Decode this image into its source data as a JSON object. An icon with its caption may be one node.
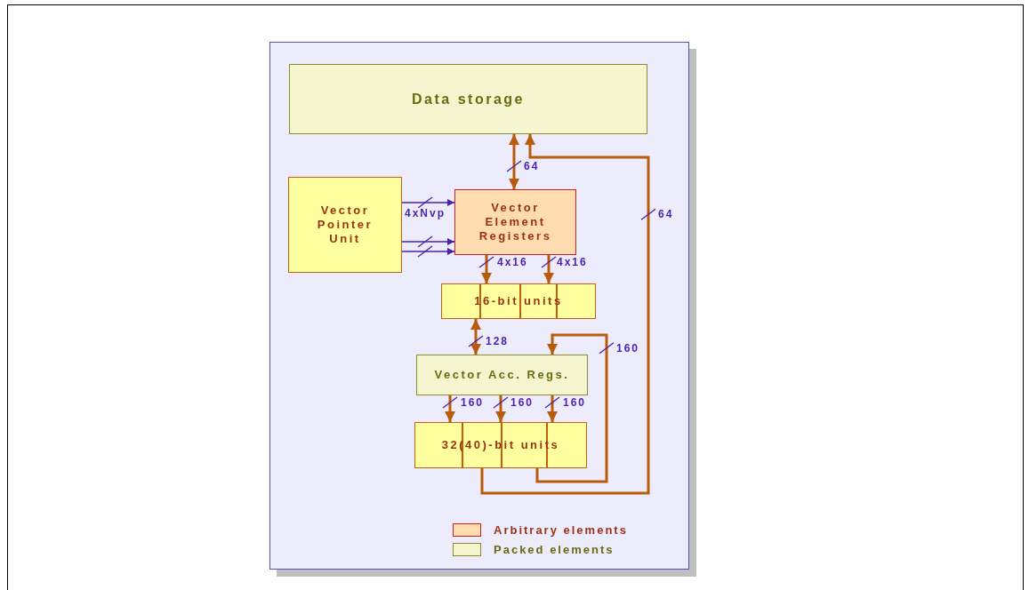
{
  "diagram": {
    "nodes": [
      {
        "text": [
          "Data storage"
        ]
      },
      {
        "text": [
          "Vector Pointer Unit"
        ]
      },
      {
        "text": [
          "Vector Element Registers"
        ]
      },
      {
        "text": [
          "16-bit units"
        ]
      },
      {
        "text": [
          "Vector Acc. Regs."
        ]
      },
      {
        "text": [
          "32(40)-bit units"
        ]
      }
    ],
    "edges": [
      {
        "from": 0,
        "to": 2,
        "arrow": "both",
        "label": "64"
      },
      {
        "from": 1,
        "to": 2,
        "arrow": "to",
        "label": "4xNvp",
        "color": "#4b1fb0"
      },
      {
        "from": 1,
        "to": 2,
        "arrow": "to",
        "color": "#4b1fb0"
      },
      {
        "from": 1,
        "to": 2,
        "arrow": "to",
        "color": "#4b1fb0"
      },
      {
        "from": 2,
        "to": 3,
        "arrow": "to",
        "label": "4x16"
      },
      {
        "from": 2,
        "to": 3,
        "arrow": "to",
        "label": "4x16"
      },
      {
        "from": 3,
        "to": 4,
        "arrow": "both",
        "label": "128"
      },
      {
        "from": 4,
        "to": 5,
        "arrow": "to",
        "label": "160"
      },
      {
        "from": 4,
        "to": 5,
        "arrow": "to",
        "label": "160"
      },
      {
        "from": 4,
        "to": 5,
        "arrow": "to",
        "label": "160"
      },
      {
        "from": 5,
        "to": 4,
        "arrow": "to",
        "label": "160"
      },
      {
        "from": 5,
        "to": 0,
        "arrow": "to",
        "label": "64"
      }
    ],
    "legend": [
      {
        "text": "Arbitrary elements",
        "color": "#ffdcb0"
      },
      {
        "text": "Packed elements",
        "color": "#f5f5d0"
      }
    ]
  }
}
